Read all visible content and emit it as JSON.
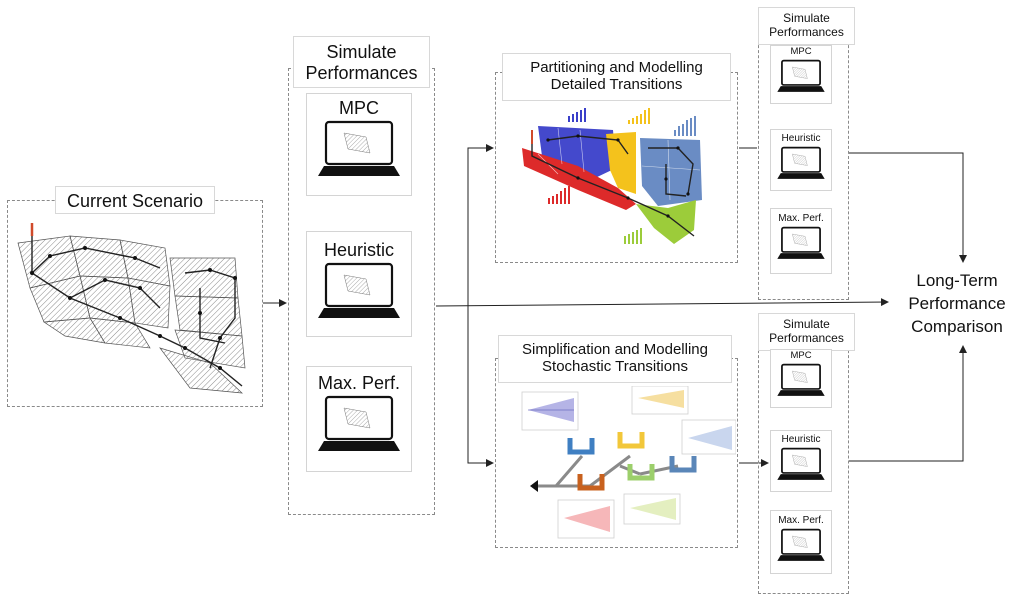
{
  "current_scenario": {
    "title": "Current Scenario"
  },
  "simulate_main": {
    "title_line1": "Simulate",
    "title_line2": "Performances",
    "controllers": [
      "MPC",
      "Heuristic",
      "Max. Perf."
    ]
  },
  "partitioning": {
    "title_line1": "Partitioning  and Modelling",
    "title_line2": "Detailed Transitions"
  },
  "simplification": {
    "title_line1": "Simplification  and Modelling",
    "title_line2": "Stochastic Transitions"
  },
  "simulate_top": {
    "title_line1": "Simulate",
    "title_line2": "Performances",
    "controllers": [
      "MPC",
      "Heuristic",
      "Max. Perf."
    ]
  },
  "simulate_bottom": {
    "title_line1": "Simulate",
    "title_line2": "Performances",
    "controllers": [
      "MPC",
      "Heuristic",
      "Max. Perf."
    ]
  },
  "output": {
    "line1": "Long-Term",
    "line2": "Performance",
    "line3": "Comparison"
  },
  "colors": {
    "zone_blue": "#3a3fc9",
    "zone_red": "#dd2a2a",
    "zone_yellow": "#f4c21c",
    "zone_steel": "#6a8cc4",
    "zone_green": "#9ccc3a",
    "tank_blue": "#3f7fc2",
    "tank_yellow": "#f2c73a",
    "tank_orange": "#c8611e",
    "tank_green": "#9ccf6b",
    "tank_steel": "#5a86b8"
  }
}
